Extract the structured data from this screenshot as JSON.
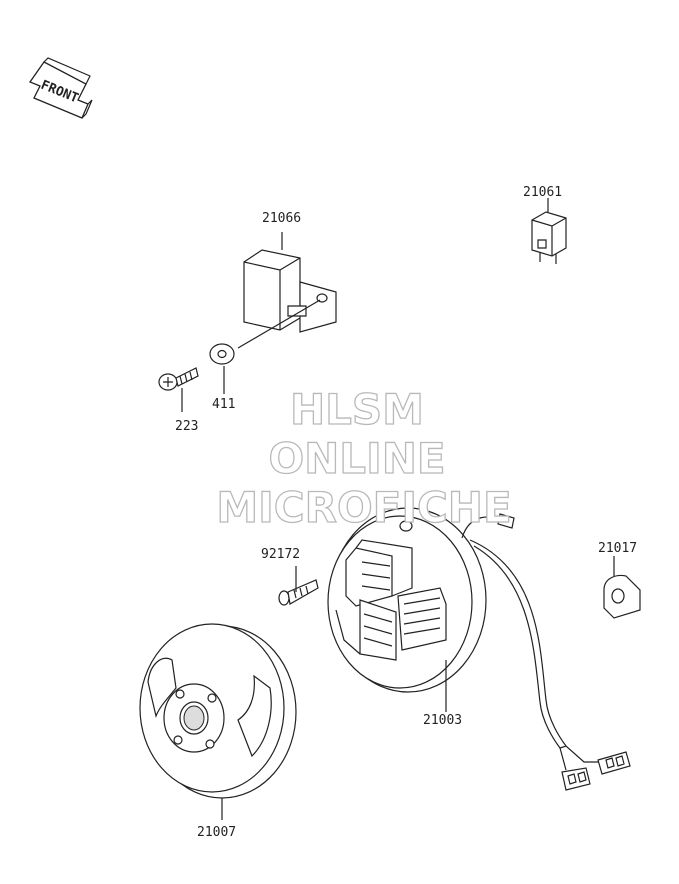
{
  "front_arrow": {
    "text": "FRONT"
  },
  "watermark": {
    "line1": "HLSM",
    "line2": "ONLINE",
    "line3": "MICROFICHE"
  },
  "parts": {
    "p21066": {
      "number": "21066"
    },
    "p21061": {
      "number": "21061"
    },
    "p223": {
      "number": "223"
    },
    "p411": {
      "number": "411"
    },
    "p92172": {
      "number": "92172"
    },
    "p21017": {
      "number": "21017"
    },
    "p21003": {
      "number": "21003"
    },
    "p21007": {
      "number": "21007"
    }
  }
}
